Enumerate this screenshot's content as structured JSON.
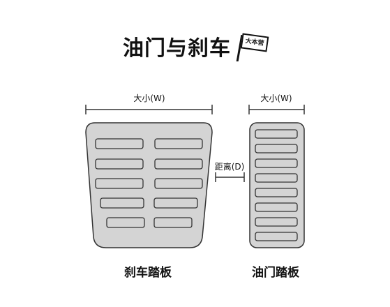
{
  "title": "油门与刹车",
  "brand_flag": "大本营",
  "labels": {
    "brake_width": "大小(W)",
    "gas_width": "大小(W)",
    "distance": "距离(D)"
  },
  "captions": {
    "brake": "刹车踏板",
    "gas": "油门踏板"
  },
  "colors": {
    "pedal_fill": "#d4d4d4",
    "outline": "#333333"
  }
}
